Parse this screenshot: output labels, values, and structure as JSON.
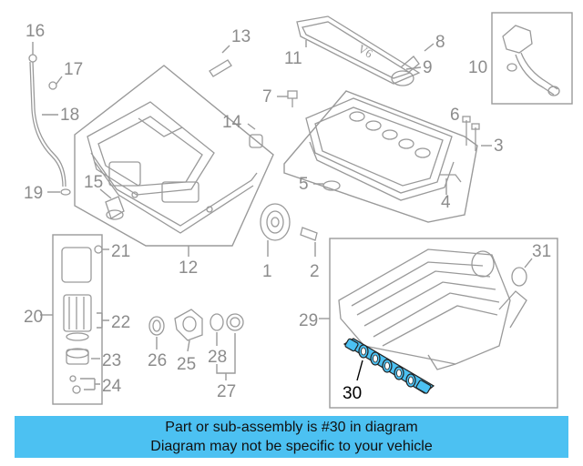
{
  "callouts": {
    "c1": "1",
    "c2": "2",
    "c3": "3",
    "c4": "4",
    "c5": "5",
    "c6": "6",
    "c7": "7",
    "c8": "8",
    "c9": "9",
    "c10": "10",
    "c11": "11",
    "c12": "12",
    "c13": "13",
    "c14": "14",
    "c15": "15",
    "c16": "16",
    "c17": "17",
    "c18": "18",
    "c19": "19",
    "c20": "20",
    "c21": "21",
    "c22": "22",
    "c23": "23",
    "c24": "24",
    "c25": "25",
    "c26": "26",
    "c27": "27",
    "c28": "28",
    "c29": "29",
    "c30": "30",
    "c31": "31"
  },
  "engine_cover_text": "V6",
  "highlight": {
    "part": "30",
    "color": "#4cc1f2"
  },
  "banner": {
    "line1": "Part or sub-assembly is #30 in diagram",
    "line2": "Diagram may not be specific to your vehicle",
    "background": "#4cc1f2"
  }
}
